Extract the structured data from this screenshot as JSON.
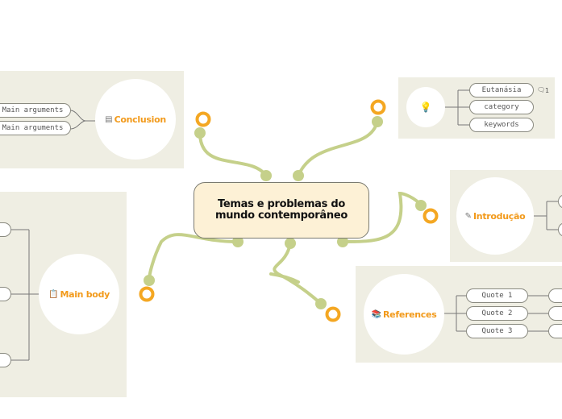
{
  "central_topic": {
    "label": "Temas e problemas do mundo contemporâneo"
  },
  "colors": {
    "branch": "#c5d08a",
    "handle_ring": "#f4a722",
    "panel": "#efeee3",
    "topic_text": "#f29a1b"
  },
  "topics": {
    "conclusion": {
      "label": "Conclusion",
      "icon": "document-icon",
      "children": [
        "Main arguments",
        "Main arguments"
      ]
    },
    "idea": {
      "label": "",
      "icon": "lightbulb-icon",
      "children": [
        "Eutanásia",
        "category",
        "keywords"
      ],
      "comment_count": "1"
    },
    "introducao": {
      "label": "Introdução",
      "icon": "pencil-note-icon"
    },
    "main_body": {
      "label": "Main body",
      "icon": "clipboard-icon"
    },
    "references": {
      "label": "References",
      "icon": "books-icon",
      "children": [
        "Quote 1",
        "Quote 2",
        "Quote 3"
      ]
    }
  }
}
